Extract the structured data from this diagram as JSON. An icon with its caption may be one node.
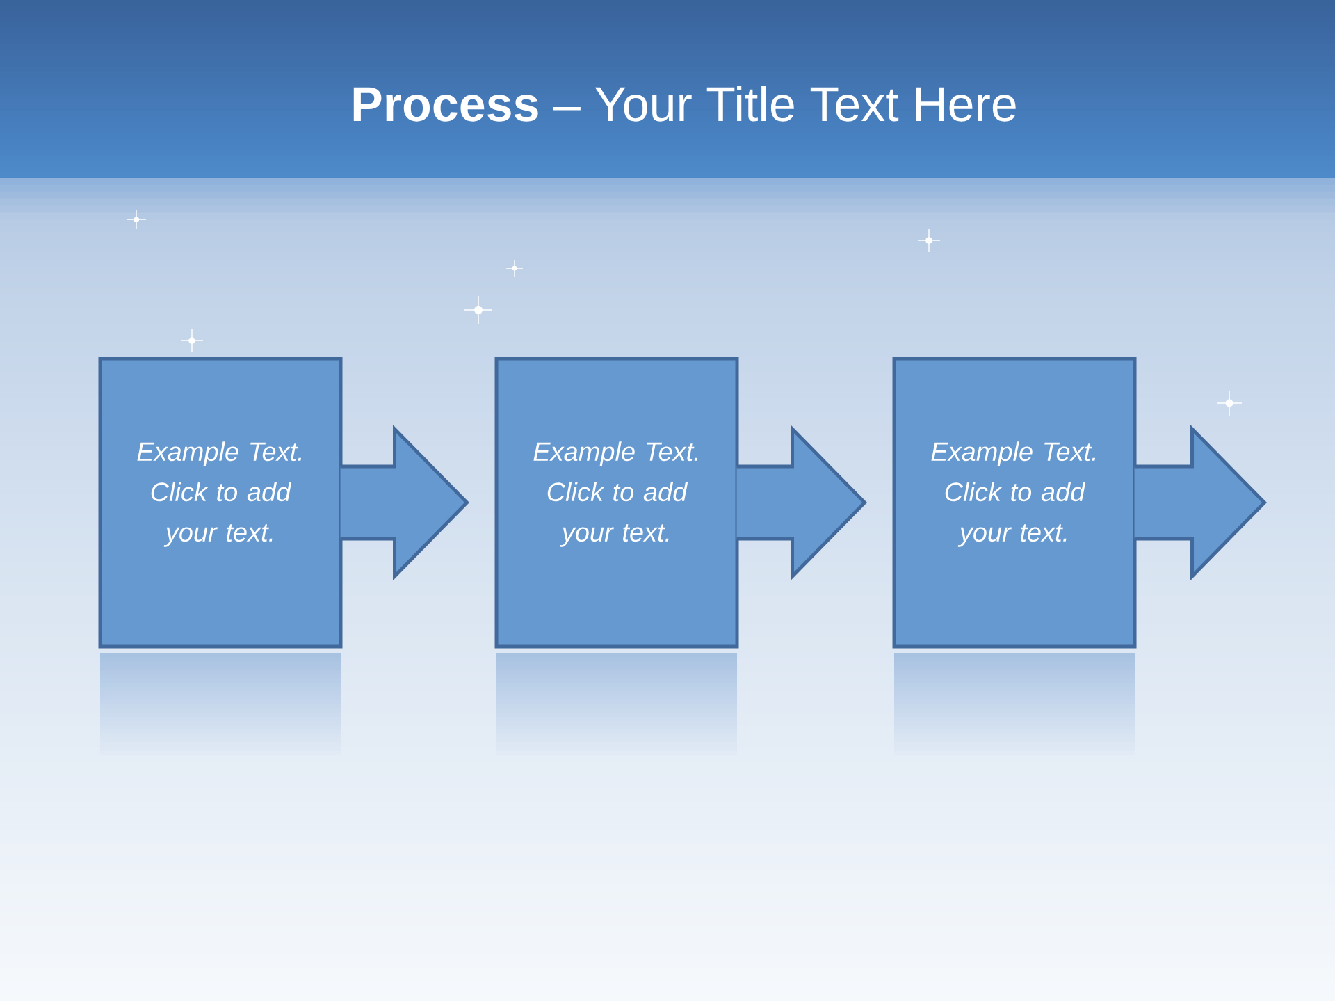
{
  "diagram": {
    "title": "**Process** – Your Title Text Here",
    "nodes": [
      {
        "text": [
          "Example Text. Click to add your text."
        ]
      },
      {
        "text": [
          "Example Text. Click to add your text."
        ]
      },
      {
        "text": [
          "Example Text. Click to add your text."
        ]
      }
    ],
    "edges": [
      {
        "from": 0,
        "to": 1,
        "arrow": "to"
      },
      {
        "from": 1,
        "to": 2,
        "arrow": "to"
      },
      {
        "from": 2,
        "to": null,
        "arrow": "to"
      }
    ]
  }
}
